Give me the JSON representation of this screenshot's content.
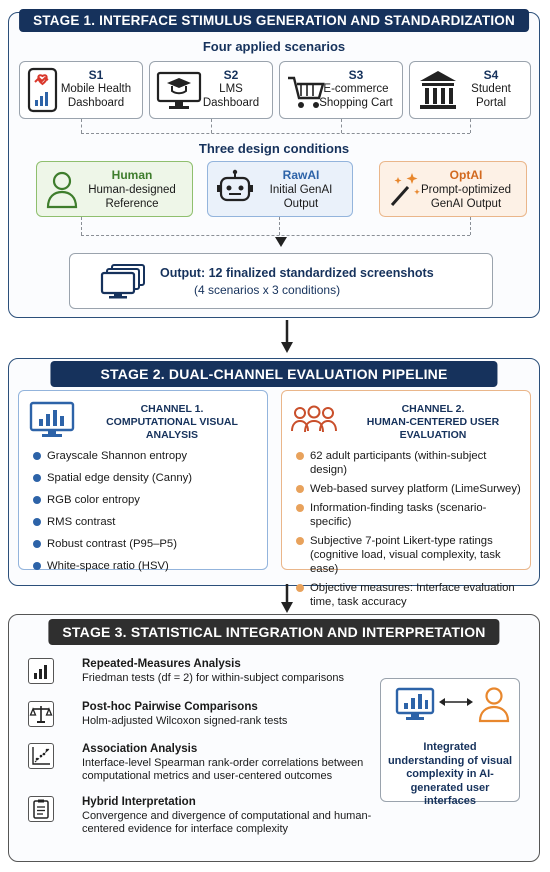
{
  "stage1": {
    "title": "STAGE 1. INTERFACE STIMULUS GENERATION AND STANDARDIZATION",
    "scenarios_title": "Four applied scenarios",
    "scenarios": [
      {
        "code": "S1",
        "line1": "Mobile Health",
        "line2": "Dashboard",
        "icon": "phone-heart-chart-icon"
      },
      {
        "code": "S2",
        "line1": "LMS",
        "line2": "Dashboard",
        "icon": "monitor-graduation-cap-icon"
      },
      {
        "code": "S3",
        "line1": "E-commerce",
        "line2": "Shopping Cart",
        "icon": "shopping-cart-icon"
      },
      {
        "code": "S4",
        "line1": "Student",
        "line2": "Portal",
        "icon": "university-building-icon"
      }
    ],
    "conditions_title": "Three design conditions",
    "conditions": [
      {
        "name": "Human",
        "line1": "Human-designed",
        "line2": "Reference",
        "icon": "person-icon",
        "color": "#3e7d2c",
        "bg": "#eef6e8",
        "border": "#8fbf6e"
      },
      {
        "name": "RawAI",
        "line1": "Initial GenAI",
        "line2": "Output",
        "icon": "robot-icon",
        "color": "#2d63a8",
        "bg": "#eaf1fa",
        "border": "#93b4dc"
      },
      {
        "name": "OptAI",
        "line1": "Prompt-optimized",
        "line2": "GenAI Output",
        "icon": "magic-wand-icon",
        "color": "#d2691e",
        "bg": "#fdf1e6",
        "border": "#eab68a"
      }
    ],
    "output_line1": "Output: 12 finalized standardized screenshots",
    "output_line2": "(4 scenarios x 3 conditions)"
  },
  "stage2": {
    "title": "STAGE 2. DUAL-CHANNEL EVALUATION PIPELINE",
    "channel1": {
      "head1": "CHANNEL 1.",
      "head2": "COMPUTATIONAL VISUAL ANALYSIS",
      "items": [
        "Grayscale Shannon entropy",
        "Spatial edge density (Canny)",
        "RGB color entropy",
        "RMS contrast",
        "Robust contrast (P95–P5)",
        "White-space ratio (HSV)"
      ]
    },
    "channel2": {
      "head1": "CHANNEL 2.",
      "head2": "HUMAN-CENTERED USER EVALUATION",
      "items": [
        "62 adult participants (within-subject design)",
        "Web-based survey platform (LimeSurwey)",
        "Information-finding tasks (scenario-specific)",
        "Subjective 7-point Likert-type ratings (cognitive load, visual complexity, task ease)",
        "Objective measures: Interface evaluation time, task accuracy"
      ]
    }
  },
  "stage3": {
    "title": "STAGE 3. STATISTICAL INTEGRATION AND INTERPRETATION",
    "analyses": [
      {
        "title": "Repeated-Measures Analysis",
        "desc": "Friedman tests (df = 2) for within-subject comparisons",
        "icon": "bar-chart-icon"
      },
      {
        "title": "Post-hoc Pairwise Comparisons",
        "desc": "Holm-adjusted Wilcoxon signed-rank tests",
        "icon": "balance-scale-icon"
      },
      {
        "title": "Association Analysis",
        "desc": "Interface-level Spearman rank-order correlations between computational metrics and user-centered outcomes",
        "icon": "scatter-plot-icon"
      },
      {
        "title": "Hybrid Interpretation",
        "desc": "Convergence and divergence of computational and human-centered evidence for interface complexity",
        "icon": "clipboard-icon"
      }
    ],
    "integrated": "Integrated understanding of visual complexity in AI-generated user interfaces"
  }
}
